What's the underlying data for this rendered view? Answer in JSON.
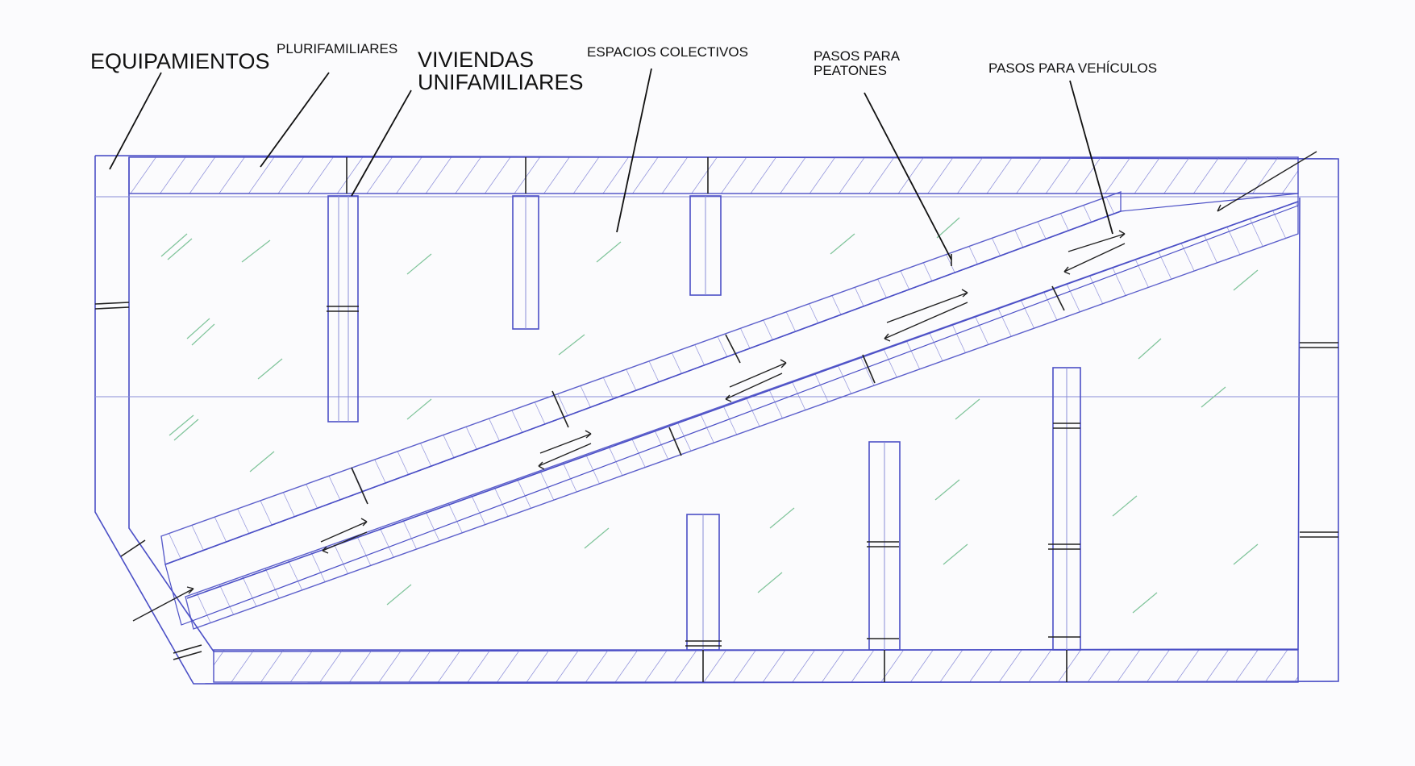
{
  "labels": {
    "equipamientos": "EQUIPAMIENTOS",
    "plurifamiliares": "PLURIFAMILIARES",
    "viviendas_unifamiliares": "VIVIENDAS\nUNIFAMILIARES",
    "espacios_colectivos": "ESPACIOS COLECTIVOS",
    "pasos_peatones": "PASOS PARA\nPEATONES",
    "pasos_vehiculos": "PASOS PARA VEHÍCULOS"
  },
  "colors": {
    "sketch_line": "#4b4fc6",
    "leader_line": "#111111",
    "vegetation": "#7fc49a",
    "paper": "#fbfbfd"
  }
}
